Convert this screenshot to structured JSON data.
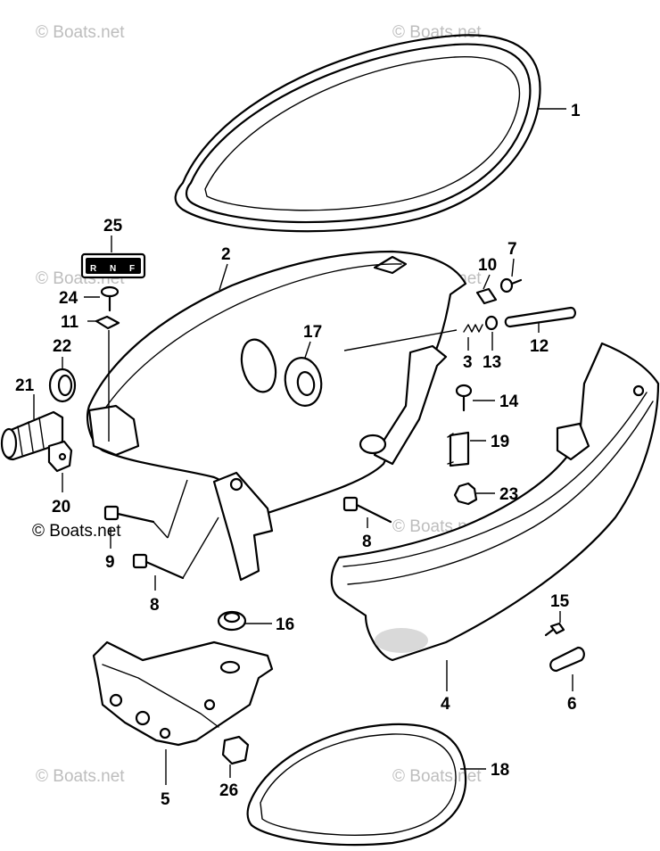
{
  "watermarks": {
    "faint": "© Boats.net",
    "dark": "© Boats.net"
  },
  "decal": {
    "letters": [
      "R",
      "N",
      "F"
    ]
  },
  "callouts": {
    "c1": "1",
    "c2": "2",
    "c3": "3",
    "c4": "4",
    "c5": "5",
    "c6": "6",
    "c7": "7",
    "c8a": "8",
    "c8b": "8",
    "c9": "9",
    "c10": "10",
    "c11": "11",
    "c12": "12",
    "c13": "13",
    "c14": "14",
    "c15": "15",
    "c16": "16",
    "c17": "17",
    "c18": "18",
    "c19": "19",
    "c20": "20",
    "c21": "21",
    "c22": "22",
    "c23": "23",
    "c24": "24",
    "c25": "25",
    "c26": "26"
  }
}
